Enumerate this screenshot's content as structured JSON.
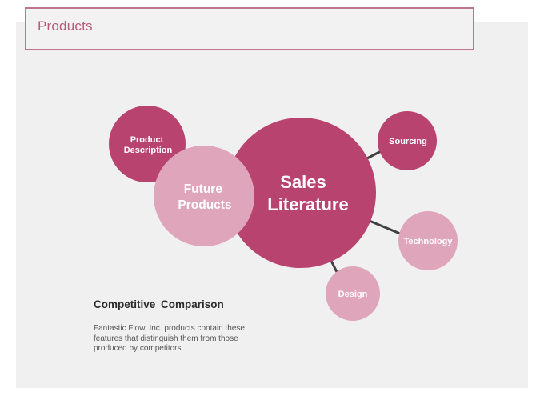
{
  "title": "Products",
  "diagram": {
    "center": {
      "lines": [
        "Sales",
        "Literature"
      ]
    },
    "nodes": [
      {
        "id": "product-description",
        "lines": [
          "Product",
          "Description"
        ]
      },
      {
        "id": "future-products",
        "lines": [
          "Future",
          "Products"
        ]
      },
      {
        "id": "sourcing",
        "lines": [
          "Sourcing"
        ]
      },
      {
        "id": "technology",
        "lines": [
          "Technology"
        ]
      },
      {
        "id": "design",
        "lines": [
          "Design"
        ]
      }
    ]
  },
  "caption": {
    "title": "Competitive Comparison",
    "body": "Fantastic Flow, Inc. products contain these features that distinguish them from those produced by competitors"
  },
  "colors": {
    "dark": "#b9436f",
    "light": "#dfa5ba",
    "connector": "#404040",
    "title": "#b85a7c",
    "border": "#c0738f"
  }
}
